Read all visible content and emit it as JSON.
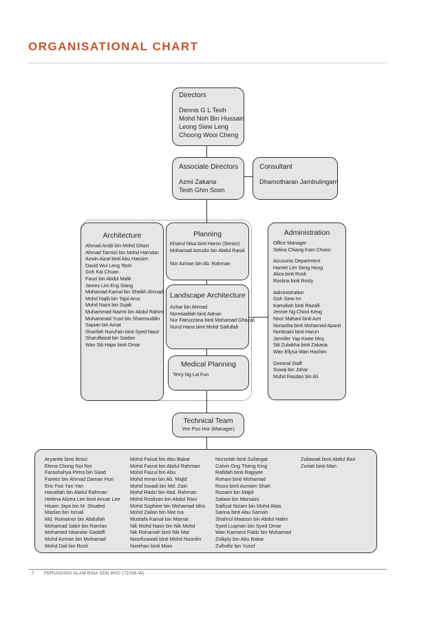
{
  "page_title": "ORGANISATIONAL CHART",
  "directors": {
    "title": "Directors",
    "members": [
      "Dennis G L Teoh",
      "Mohd Noh Bin Hussain",
      "Leong Siew Leng",
      "Choong Wooi Cheng"
    ]
  },
  "associate_directors": {
    "title": "Associate Directors",
    "members": [
      "Azmi Zakaria",
      "Teoh Ghin Soon"
    ]
  },
  "consultant": {
    "title": "Consultant",
    "members": [
      "Dhamotharan Jambulingam"
    ]
  },
  "architecture": {
    "title": "Architecture",
    "members": [
      "Ahmad Arobi bin Mohd Ghazi",
      "Ahmad Tarmizi bin Mohd Hamdan",
      "Azwin Aizat binti Abu Hassim",
      "David Wui Leng Teoh",
      "Goh Kai Chuan",
      "Fauzi bin Abdul Malik",
      "James Lim Eng Siang",
      "Mohamad Kamal bin Sheikh Ahmad",
      "Mohd Najib bin Tajol Arus",
      "Mohd Nazri bin Sujak",
      "Muhammad Nazmi bin Abdul Rahim",
      "Muhammad Yusri bin Shamsuddin",
      "Sapian bin Amat",
      "Sharifah Nurul'ain binti Syed Nasir",
      "Sharulfaizal bin Saidon",
      "Wan Siti Hajar binti Omar"
    ]
  },
  "planning": {
    "title": "Planning",
    "members": [
      "Khairul Nisa binti Haron (Senior)",
      "Mohamad Azrudin bin Abdul Rasid",
      "",
      "Nor Azman bin Ab. Rahman"
    ]
  },
  "landscape": {
    "title": "Landscape Architecture",
    "members": [
      "Azhar bin Ahmad",
      "Normiadilah binti Adnan",
      "Nur Fairuzzana binti Mohamad Ghazali",
      "Nurul Hana binti Mohd Saifullah"
    ]
  },
  "medical": {
    "title": "Medical Planning",
    "members": [
      "Terry Ng Lai Fun"
    ]
  },
  "administration": {
    "title": "Administration",
    "members": [
      "Office Manager",
      "Selina Chiang Kam Choon",
      "",
      "Accounts Department",
      "Harriet Lim Seng Hong",
      "Aliza binti Rusli",
      "Roslina binti Rosly",
      "",
      "Administration",
      "Goh Siew Im",
      "Kamaliah binti Razalli",
      "Jennie Ng Chooi Keng",
      "Noor Mahani binti Azri",
      "Noraziha binti Mohamed Apanii",
      "Nordzaini binti Harun",
      "Jennifer Yap Kwee Moy",
      "Siti Zulaikha binti Zakaria",
      "Wan Ellysa Wan Hashim",
      "",
      "General Staff",
      "Suwai bin Johar",
      "Muhd Rasdan bin Ali"
    ]
  },
  "technical_team": {
    "title": "Technical Team",
    "manager": "Yee Poo Hor (Manager)",
    "columns": [
      [
        "Aryantie binti Ibrazi",
        "Elena Chong Noi Noi",
        "Farashahya Petra bin Saad",
        "Fareez bin Ahmad Daman Huri",
        "Eric Foo Yan Yan",
        "Hanafiah bin Abdul Rahman",
        "Helena Alizea Lee binti Anuar Lee",
        "Hisam Jaya bin M. Shuded",
        "Mazlan bin Ismail",
        "Md. Romainor bin Abdullah",
        "Mohamad Sabri bin Ramlan",
        "Mohamed Iskandar Gadaffi",
        "Mohd Azman bin Mohamad",
        "Mohd Dali bin Rosli"
      ],
      [
        "Mohd Faisal bin Abu Bakar",
        "Mohd Faizal bin Abdul Rahman",
        "Mohd Faizul bin Abu",
        "Mohd Imran bin Ab. Majid",
        "Mohd Iswadi bin Md. Zain",
        "Mohd Radzi bin Abd. Rahman",
        "Mohd Roslizan bin Abdul Rani",
        "Mohd Sophiee bin Mohamad Idris",
        "Mohd Zailan bin Mat Isa",
        "Mustafa Kamal bin Mamat",
        "Nik Mohd Nasir bin Nik Mohd",
        "Nik Rohaniah binti Nik Mat",
        "Noorfizawati binti Mohd Noordin",
        "Norehan binti Mian"
      ],
      [
        "Norzelah binti Sufangat",
        "Calvin Ong Theng King",
        "Rafidah binti Ragiyee",
        "Rohani binti Mohamad",
        "Rosni binti Asmarn Shah",
        "Rozaini bin Majid",
        "Safawi bin Marsaini",
        "Saifizal Nizam bin Mohd Alias",
        "Sarina binti Abu Samah",
        "Shahrul Maason bin Abdul Halim",
        "Syed Luqman bin Syed Omar",
        "Wan Kamarul Faidz bin Muhamad",
        "Zolkply bin Abu Bakar",
        "Zulhafiz bin Yusof"
      ],
      [
        "Zuliawati binti Abdul Bari",
        "Zuriati binti Man"
      ]
    ]
  },
  "footer": {
    "page_number": "7",
    "company": "PERUNDING ALAM BINA SDN BHD (72256-W)"
  }
}
